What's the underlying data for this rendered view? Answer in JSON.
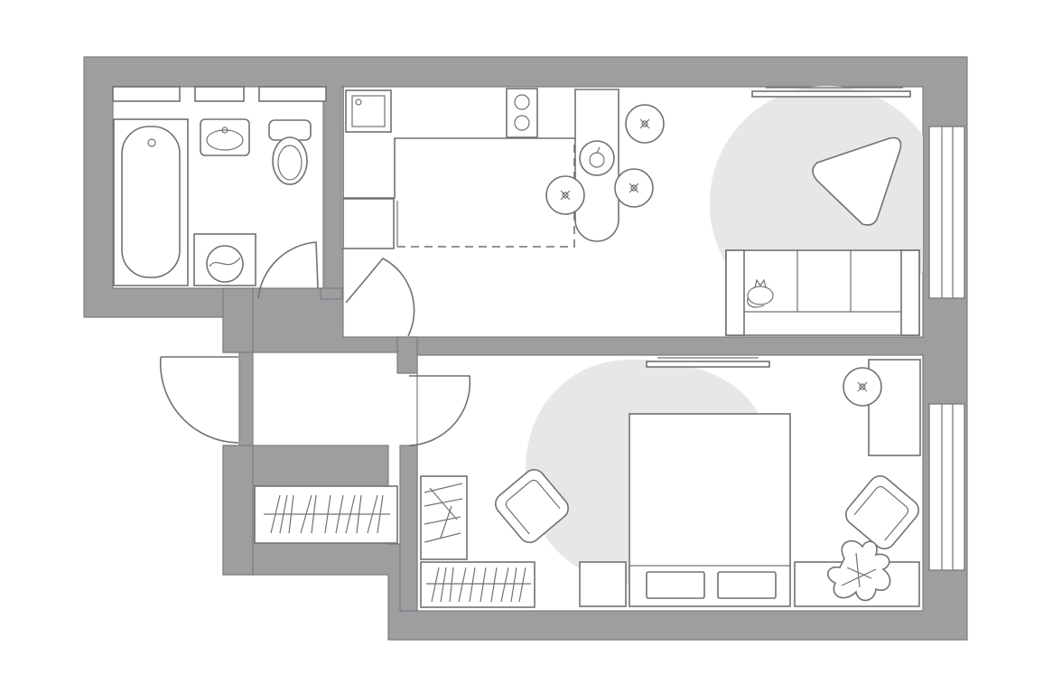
{
  "colors": {
    "wall": "#9d9ea0",
    "wall_edge": "#7c7d80",
    "line": "#707174",
    "zone": "#e7e7e8",
    "background": "#ffffff"
  },
  "plan": {
    "rooms": [
      "bathroom",
      "kitchen-living",
      "hallway",
      "bedroom"
    ],
    "fixtures": [
      "bathtub",
      "sink",
      "toilet",
      "washing-machine",
      "kitchen-counter",
      "stove",
      "kitchen-sink",
      "fridge",
      "bar-table",
      "dining-stools",
      "sofa",
      "coffee-table",
      "bed",
      "armchairs",
      "desk",
      "wardrobes",
      "plant",
      "cat"
    ]
  }
}
